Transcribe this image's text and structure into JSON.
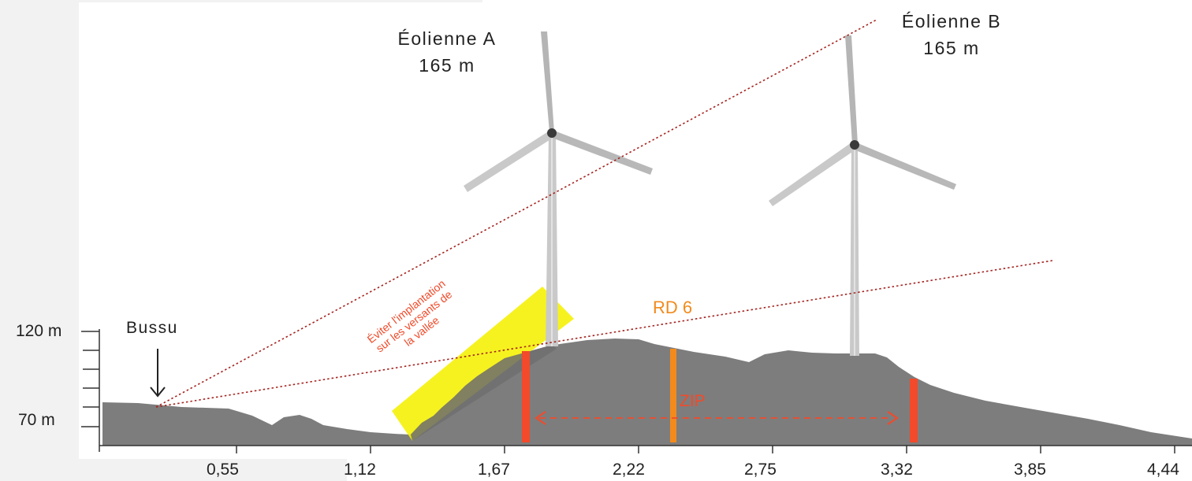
{
  "turbines": [
    {
      "name": "Éolienne A",
      "height": "165 m"
    },
    {
      "name": "Éolienne B",
      "height": "165 m"
    }
  ],
  "village": {
    "name": "Bussu"
  },
  "road": {
    "label": "RD 6"
  },
  "zone": {
    "label": "ZIP"
  },
  "note": {
    "line1": "Éviter l'implantation",
    "line2": "sur les versants de",
    "line3": "la vallée"
  },
  "y_axis": {
    "ticks": [
      "120 m",
      "70 m"
    ]
  },
  "x_axis": {
    "ticks": [
      "0,55",
      "1,12",
      "1,67",
      "2,22",
      "2,75",
      "3,32",
      "3,85",
      "4,44"
    ]
  },
  "colors": {
    "terrain": "#7d7d7d",
    "sightline": "#a4231f",
    "highlight": "#f5f000",
    "road_marker": "#f28a1c",
    "zip_marker": "#f24a2a",
    "axis": "#333333"
  }
}
